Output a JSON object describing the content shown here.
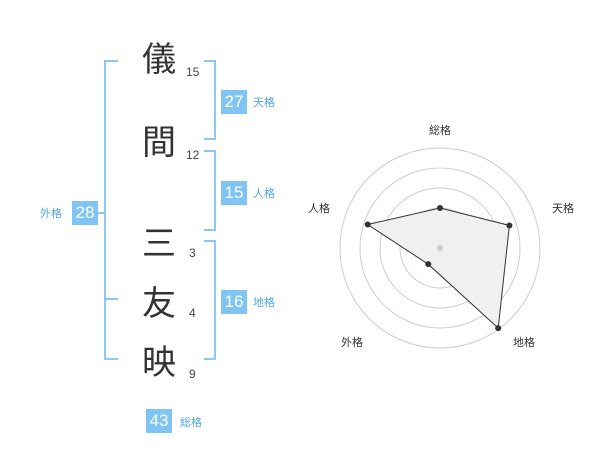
{
  "name_chars": [
    {
      "char": "儀",
      "strokes": "15"
    },
    {
      "char": "間",
      "strokes": "12"
    },
    {
      "char": "三",
      "strokes": "3"
    },
    {
      "char": "友",
      "strokes": "4"
    },
    {
      "char": "映",
      "strokes": "9"
    }
  ],
  "kakusu": {
    "tenkaku": {
      "value": "27",
      "label": "天格"
    },
    "jinkaku": {
      "value": "15",
      "label": "人格"
    },
    "chikaku": {
      "value": "16",
      "label": "地格"
    },
    "gaikaku": {
      "value": "28",
      "label": "外格"
    },
    "soukaku": {
      "value": "43",
      "label": "総格"
    }
  },
  "chart_data": {
    "type": "radar",
    "axes": [
      "総格",
      "天格",
      "地格",
      "外格",
      "人格"
    ],
    "values": [
      0.4,
      0.73,
      0.99,
      0.2,
      0.76
    ],
    "max": 1,
    "rings": 5,
    "colors": {
      "fill": "#f0f0f0",
      "line": "#333333",
      "grid": "#cccccc"
    }
  }
}
